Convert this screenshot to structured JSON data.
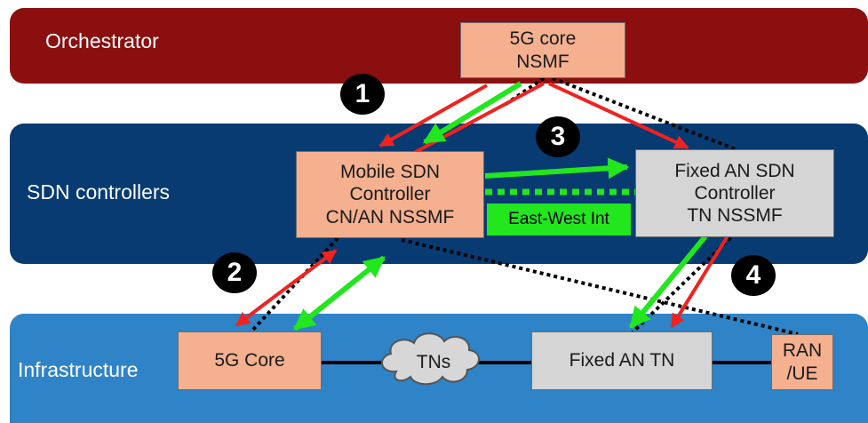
{
  "layers": {
    "orchestrator": "Orchestrator",
    "sdn": "SDN controllers",
    "infra": "Infrastructure"
  },
  "nodes": {
    "nsmf": [
      "5G core",
      "NSMF"
    ],
    "mobile": [
      "Mobile SDN",
      "Controller",
      "CN/AN NSSMF"
    ],
    "fixed": [
      "Fixed AN SDN",
      "Controller",
      "TN NSSMF"
    ],
    "core": "5G Core",
    "tns": "TNs",
    "fixed_tn": "Fixed AN TN",
    "ran": [
      "RAN",
      "/UE"
    ]
  },
  "ew_label": "East-West Int",
  "steps": [
    "1",
    "2",
    "3",
    "4"
  ],
  "colors": {
    "orchestrator": "#8b0f0f",
    "sdn": "#073b72",
    "infra": "#2f83c7",
    "red_arrow": "#f0221f",
    "green_arrow": "#22e61e",
    "box_orange": "#f4b08f",
    "box_grey": "#d5d5d5"
  }
}
